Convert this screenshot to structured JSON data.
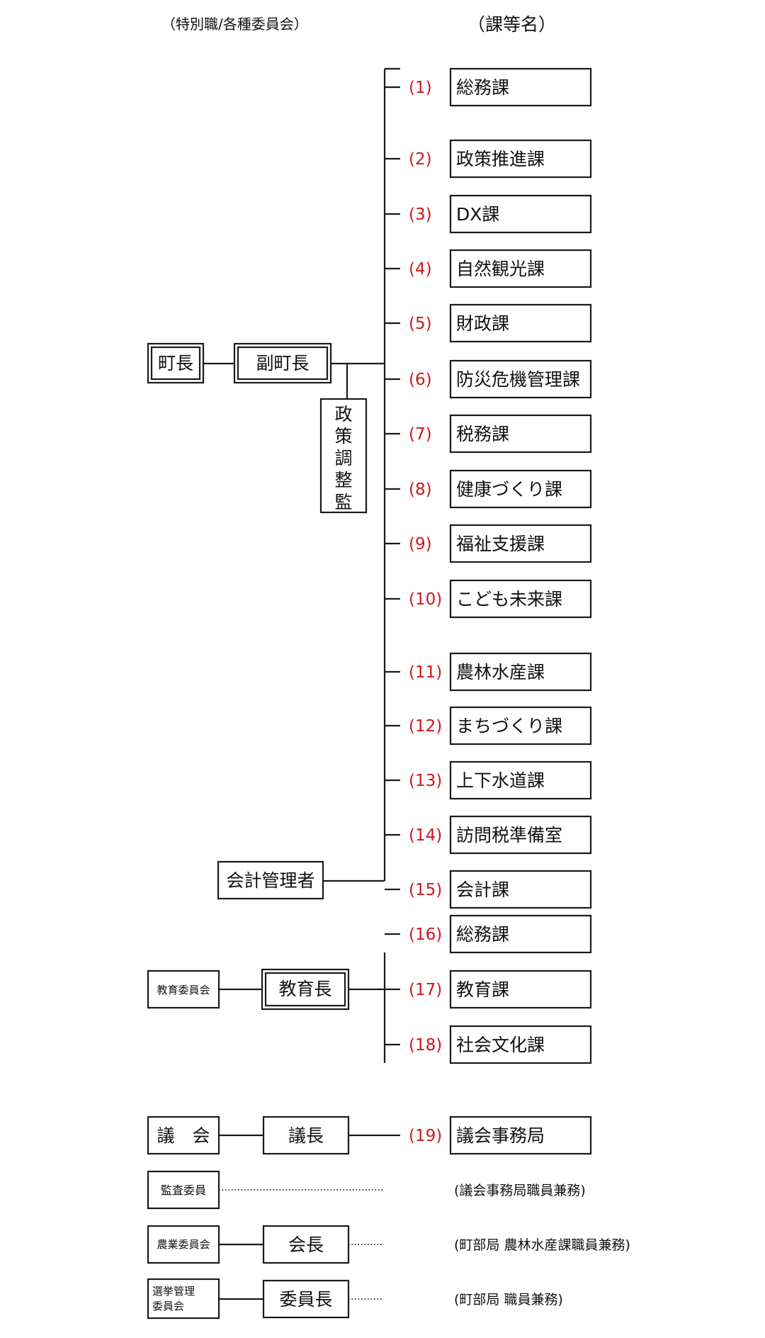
{
  "header": {
    "left": "（特別職/各種委員会）",
    "right": "（課等名）"
  },
  "executive": {
    "mayor": "町長",
    "vice_mayor": "副町長",
    "policy_coordinator": "政策調整監",
    "accounting_manager": "会計管理者"
  },
  "departments": [
    {
      "num": "(1)",
      "name": "総務課"
    },
    {
      "num": "(2)",
      "name": "政策推進課"
    },
    {
      "num": "(3)",
      "name": "DX課"
    },
    {
      "num": "(4)",
      "name": "自然観光課"
    },
    {
      "num": "(5)",
      "name": "財政課"
    },
    {
      "num": "(6)",
      "name": "防災危機管理課"
    },
    {
      "num": "(7)",
      "name": "税務課"
    },
    {
      "num": "(8)",
      "name": "健康づくり課"
    },
    {
      "num": "(9)",
      "name": "福祉支援課"
    },
    {
      "num": "(10)",
      "name": "こども未来課"
    },
    {
      "num": "(11)",
      "name": "農林水産課"
    },
    {
      "num": "(12)",
      "name": "まちづくり課"
    },
    {
      "num": "(13)",
      "name": "上下水道課"
    },
    {
      "num": "(14)",
      "name": "訪問税準備室"
    },
    {
      "num": "(15)",
      "name": "会計課"
    }
  ],
  "education": {
    "board": "教育委員会",
    "superintendent": "教育長",
    "departments": [
      {
        "num": "(16)",
        "name": "総務課"
      },
      {
        "num": "(17)",
        "name": "教育課"
      },
      {
        "num": "(18)",
        "name": "社会文化課"
      }
    ]
  },
  "assembly": {
    "body": "議　会",
    "chair": "議長",
    "office": {
      "num": "(19)",
      "name": "議会事務局"
    }
  },
  "committees": [
    {
      "body": "監査委員",
      "head": "",
      "note": "(議会事務局職員兼務)"
    },
    {
      "body": "農業委員会",
      "head": "会長",
      "note": "(町部局 農林水産課職員兼務)"
    },
    {
      "body": "選挙管理\n委員会",
      "head": "委員長",
      "note": "(町部局 職員兼務)"
    }
  ],
  "colors": {
    "number": "#d0161b",
    "line": "#1a1a1a"
  }
}
